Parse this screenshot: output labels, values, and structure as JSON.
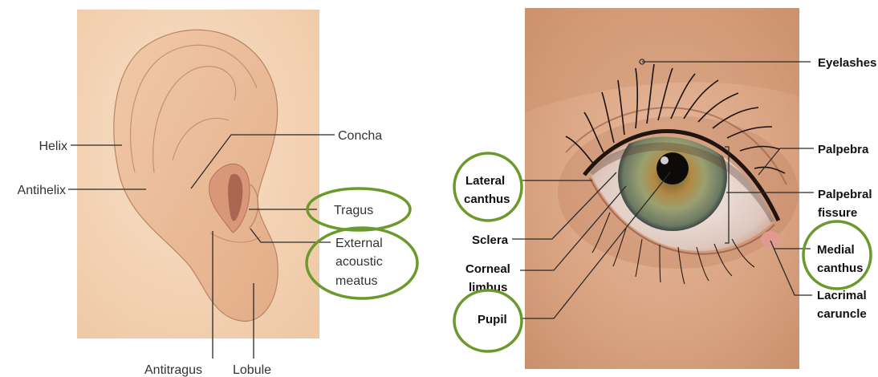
{
  "ear": {
    "labels": {
      "helix": "Helix",
      "antihelix": "Antihelix",
      "concha": "Concha",
      "tragus": "Tragus",
      "external_meatus": [
        "External",
        "acoustic",
        "meatus"
      ],
      "antitragus": "Antitragus",
      "lobule": "Lobule"
    }
  },
  "eye": {
    "labels": {
      "eyelashes": "Eyelashes",
      "palpebra": "Palpebra",
      "palpebral_fissure": [
        "Palpebral",
        "fissure"
      ],
      "lateral_canthus": [
        "Lateral",
        "canthus"
      ],
      "sclera": "Sclera",
      "corneal_limbus": [
        "Corneal",
        "limbus"
      ],
      "pupil": "Pupil",
      "medial_canthus": [
        "Medial",
        "canthus"
      ],
      "lacrimal_caruncle": [
        "Lacrimal",
        "caruncle"
      ]
    }
  },
  "colors": {
    "highlight_ring": "#6a9a2c",
    "ear_panel": "#f3d3b4",
    "skin": "#e8b796",
    "iris": "#8a8f5a"
  }
}
